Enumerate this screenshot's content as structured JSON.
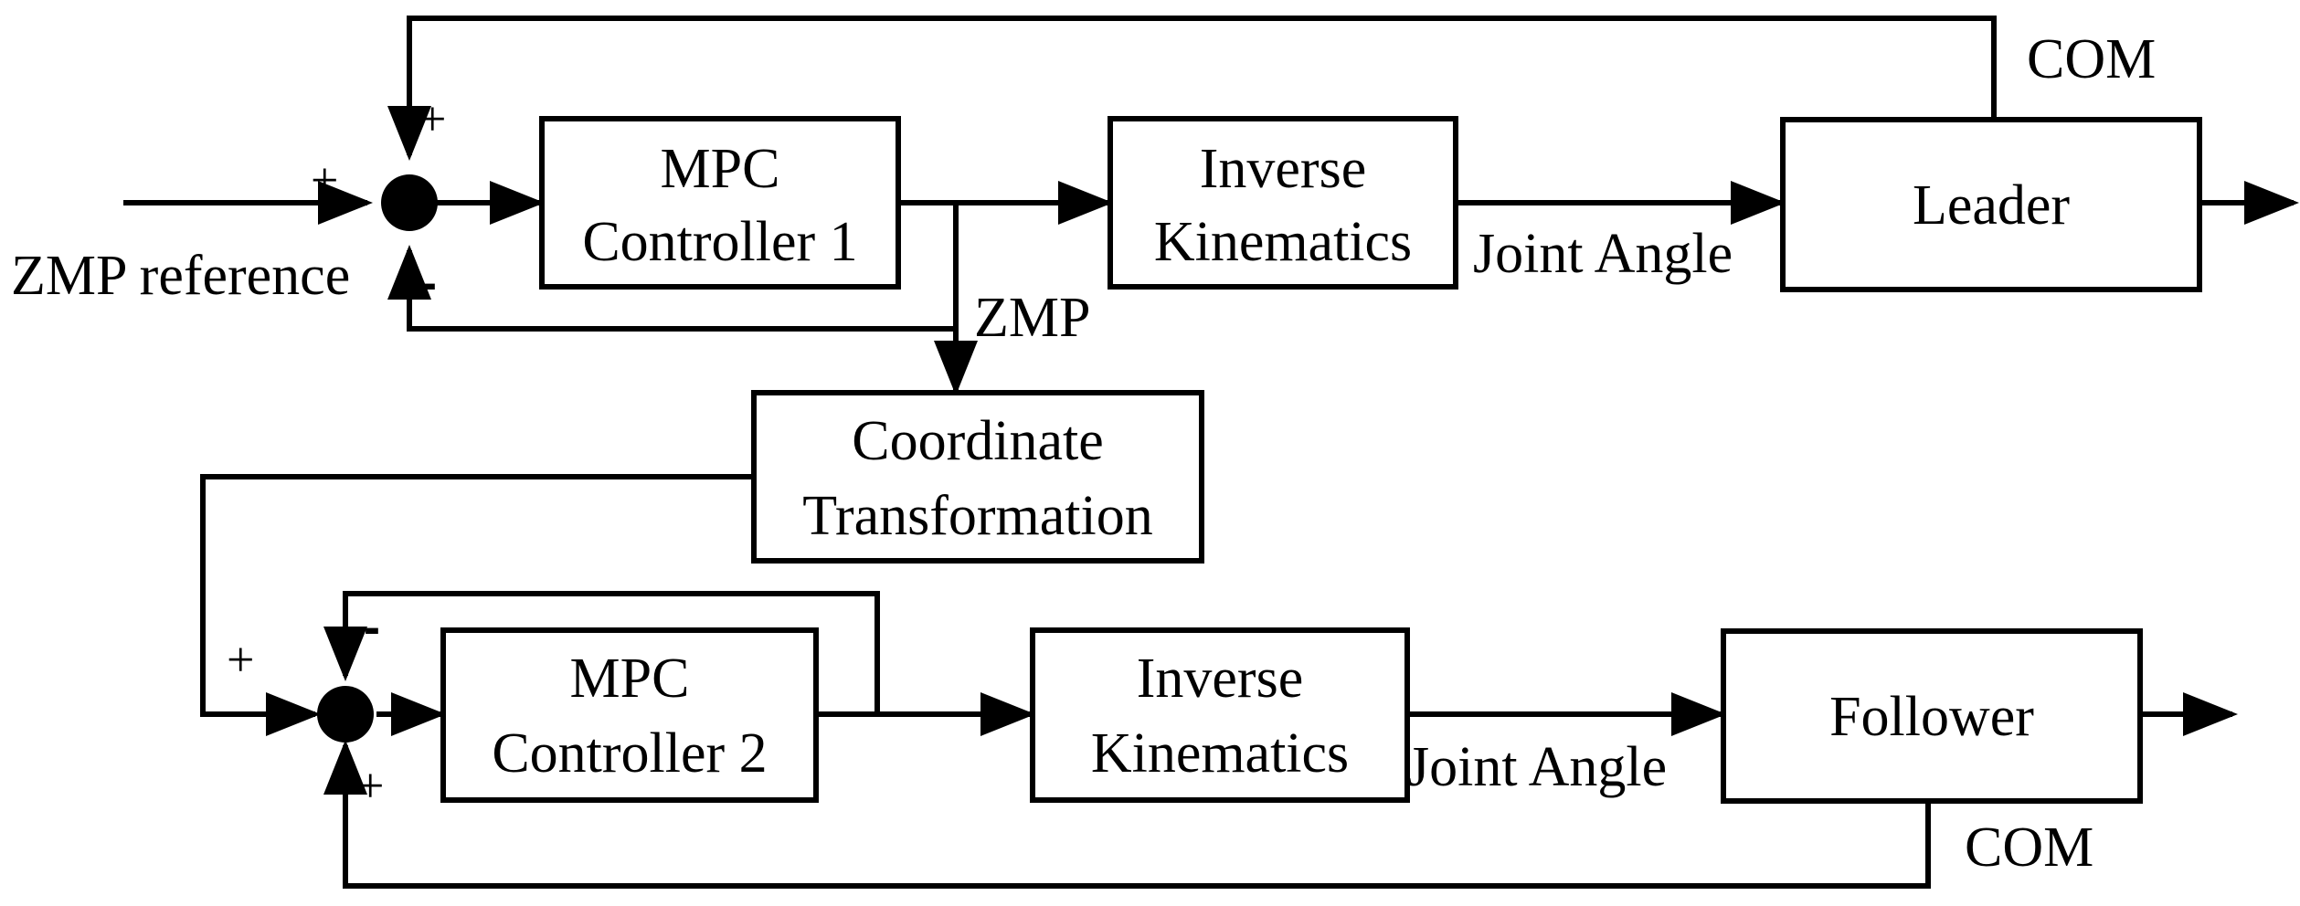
{
  "blocks": {
    "mpc1": {
      "line1": "MPC",
      "line2": "Controller 1"
    },
    "ik1": {
      "line1": "Inverse",
      "line2": "Kinematics"
    },
    "leader": {
      "label": "Leader"
    },
    "coord": {
      "line1": "Coordinate",
      "line2": "Transformation"
    },
    "mpc2": {
      "line1": "MPC",
      "line2": "Controller 2"
    },
    "ik2": {
      "line1": "Inverse",
      "line2": "Kinematics"
    },
    "follower": {
      "label": "Follower"
    }
  },
  "signals": {
    "zmp_reference": "ZMP reference",
    "zmp": "ZMP",
    "joint_angle_1": "Joint Angle",
    "joint_angle_2": "Joint Angle",
    "com_1": "COM",
    "com_2": "COM"
  },
  "signs": {
    "sum1_top": "+",
    "sum1_left": "+",
    "sum1_bottom": "-",
    "sum2_top": "-",
    "sum2_left": "+",
    "sum2_bottom": "+"
  }
}
